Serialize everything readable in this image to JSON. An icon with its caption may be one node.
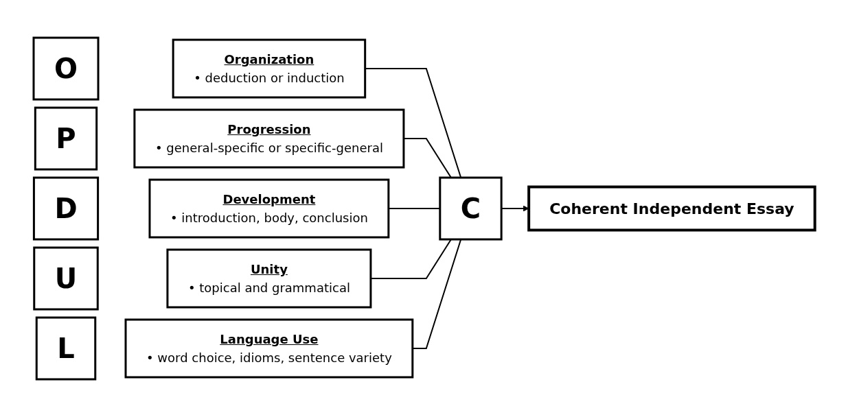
{
  "diagram": {
    "nodes": [
      {
        "text": [
          "O"
        ]
      },
      {
        "text": [
          "Organization",
          "• deduction or induction"
        ]
      },
      {
        "text": [
          "P"
        ]
      },
      {
        "text": [
          "Progression",
          "• general-specific or specific-general"
        ]
      },
      {
        "text": [
          "D"
        ]
      },
      {
        "text": [
          "Development",
          "• introduction, body, conclusion"
        ]
      },
      {
        "text": [
          "U"
        ]
      },
      {
        "text": [
          "Unity",
          "• topical and grammatical"
        ]
      },
      {
        "text": [
          "L"
        ]
      },
      {
        "text": [
          "Language Use",
          "• word choice, idioms, sentence variety"
        ]
      },
      {
        "text": [
          "C"
        ]
      },
      {
        "text": [
          "Coherent Independent Essay"
        ]
      }
    ],
    "edges": [
      {
        "from": 1,
        "to": 10,
        "arrow": "none"
      },
      {
        "from": 3,
        "to": 10,
        "arrow": "none"
      },
      {
        "from": 5,
        "to": 10,
        "arrow": "none"
      },
      {
        "from": 7,
        "to": 10,
        "arrow": "none"
      },
      {
        "from": 9,
        "to": 10,
        "arrow": "none"
      },
      {
        "from": 10,
        "to": 11,
        "arrow": "to"
      }
    ]
  }
}
